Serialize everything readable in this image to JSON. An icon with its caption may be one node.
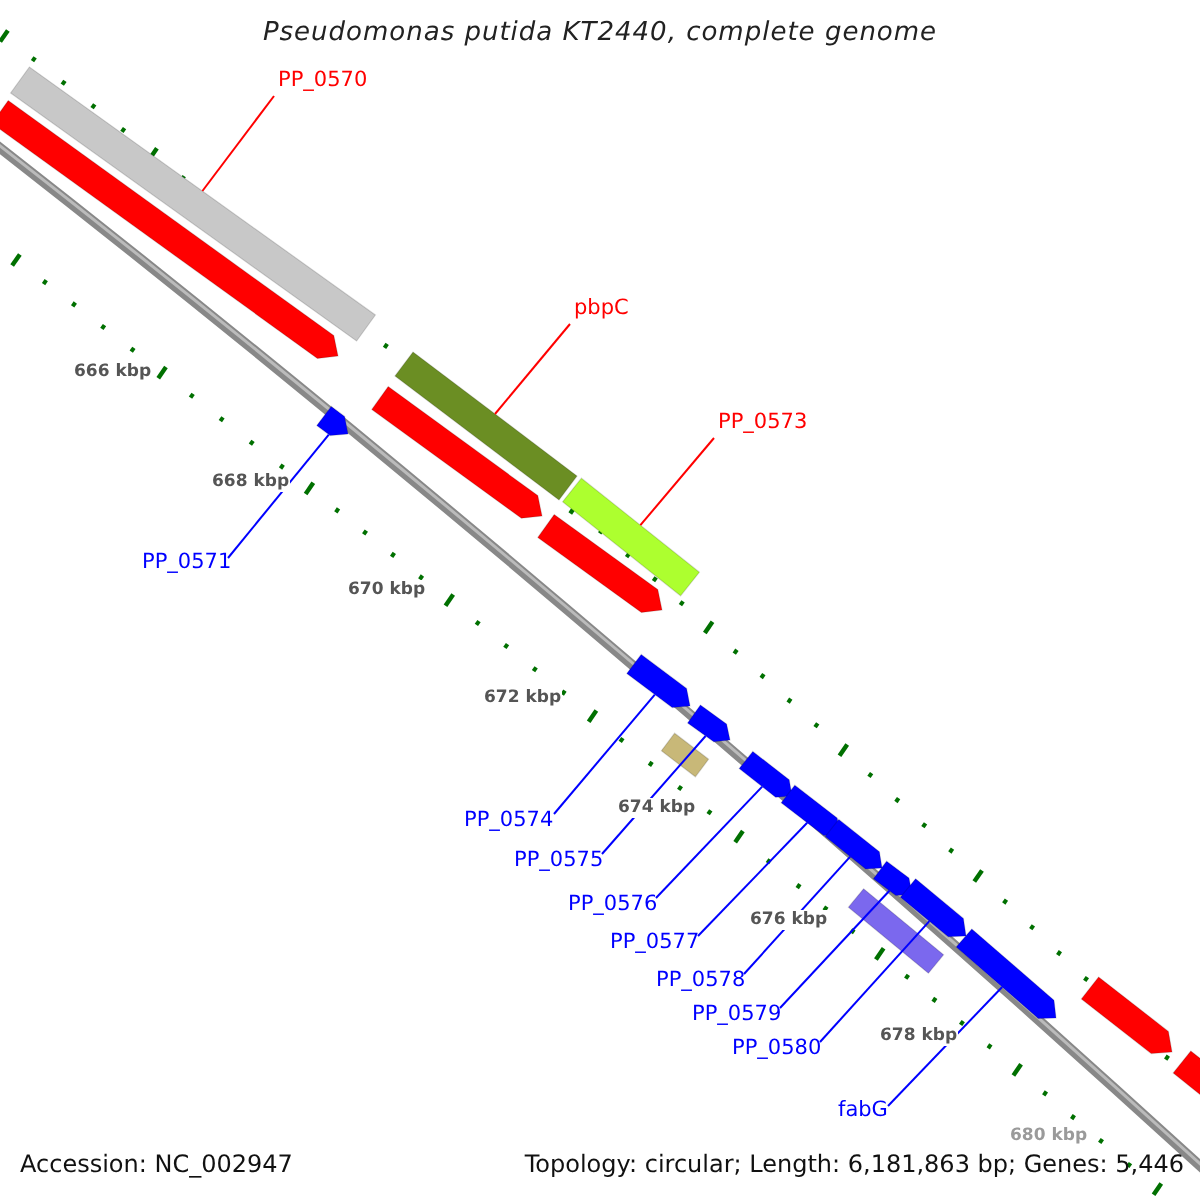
{
  "diagram": {
    "title": "Pseudomonas putida KT2440, complete genome",
    "nodes": [
      {
        "text": [
          "PP_0570"
        ]
      },
      {
        "text": [
          "pbpC"
        ]
      },
      {
        "text": [
          "PP_0573"
        ]
      },
      {
        "text": [
          "PP_0571"
        ]
      },
      {
        "text": [
          "PP_0574"
        ]
      },
      {
        "text": [
          "PP_0575"
        ]
      },
      {
        "text": [
          "PP_0576"
        ]
      },
      {
        "text": [
          "PP_0577"
        ]
      },
      {
        "text": [
          "PP_0578"
        ]
      },
      {
        "text": [
          "PP_0579"
        ]
      },
      {
        "text": [
          "PP_0580"
        ]
      },
      {
        "text": [
          "fabG"
        ]
      },
      {
        "text": [],
        "shape": "bar"
      },
      {
        "text": [],
        "shape": "bar"
      },
      {
        "text": [],
        "shape": "bar"
      },
      {
        "text": [],
        "shape": "arrow"
      },
      {
        "text": [],
        "shape": "arrow"
      },
      {
        "text": [],
        "shape": "arrow"
      },
      {
        "text": [],
        "shape": "arrow"
      },
      {
        "text": [],
        "shape": "arrow"
      },
      {
        "text": [],
        "shape": "arrow"
      },
      {
        "text": [],
        "shape": "arrow"
      },
      {
        "text": [],
        "shape": "arrow"
      },
      {
        "text": [],
        "shape": "arrow"
      },
      {
        "text": [],
        "shape": "arrow"
      },
      {
        "text": [],
        "shape": "arrow"
      },
      {
        "text": [],
        "shape": "arrow"
      },
      {
        "text": [],
        "shape": "bar"
      },
      {
        "text": [],
        "shape": "bar"
      },
      {
        "text": [],
        "shape": "arrow"
      },
      {
        "text": [],
        "shape": "bar"
      }
    ],
    "edges": [
      {
        "from": 0,
        "to": 12,
        "arrow": "none",
        "color": "#ff0000"
      },
      {
        "from": 1,
        "to": 13,
        "arrow": "none",
        "color": "#ff0000"
      },
      {
        "from": 2,
        "to": 14,
        "arrow": "none",
        "color": "#ff0000"
      },
      {
        "from": 3,
        "to": 15,
        "arrow": "none"
      },
      {
        "from": 4,
        "to": 16,
        "arrow": "none"
      },
      {
        "from": 5,
        "to": 17,
        "arrow": "none"
      },
      {
        "from": 6,
        "to": 18,
        "arrow": "none"
      },
      {
        "from": 7,
        "to": 19,
        "arrow": "none"
      },
      {
        "from": 8,
        "to": 20,
        "arrow": "none"
      },
      {
        "from": 9,
        "to": 21,
        "arrow": "none"
      },
      {
        "from": 10,
        "to": 22,
        "arrow": "none"
      },
      {
        "from": 11,
        "to": 23,
        "arrow": "none"
      }
    ],
    "labels": [
      "666 kbp",
      "668 kbp",
      "670 kbp",
      "672 kbp",
      "674 kbp",
      "676 kbp",
      "678 kbp",
      "680 kbp",
      "Accession: NC_002947",
      "Topology: circular; Length: 6,181,863 bp; Genes: 5,446"
    ]
  }
}
